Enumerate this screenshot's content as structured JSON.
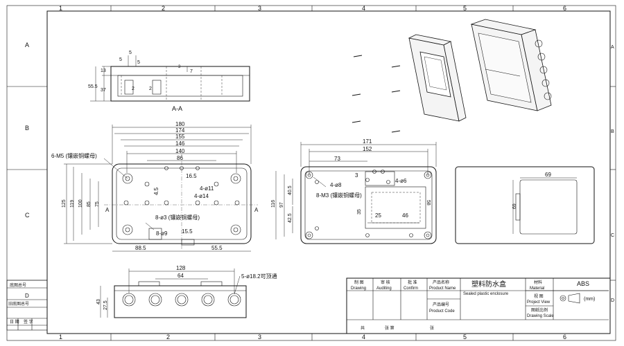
{
  "border": {
    "cols_top": [
      "1",
      "2",
      "3",
      "4",
      "5",
      "6"
    ],
    "cols_bottom": [
      "1",
      "2",
      "3",
      "4",
      "5",
      "6"
    ],
    "rows_left": [
      "A",
      "B",
      "C",
      "D"
    ],
    "rows_right": [
      "A",
      "B",
      "C",
      "D"
    ]
  },
  "side_panel": {
    "row1_label": "底图总号",
    "row1_value": "D",
    "row2_label": "旧底图总号",
    "row3_label": "日 期",
    "row3_mid": "签 字"
  },
  "section_view": {
    "title": "A-A",
    "dims": [
      "5",
      "5",
      "5",
      "7",
      "2",
      "2",
      "13",
      "37",
      "55.5",
      "3"
    ]
  },
  "front_view": {
    "dims_top": [
      "180",
      "174",
      "155",
      "146",
      "140",
      "86",
      "16.5"
    ],
    "dims_left": [
      "125",
      "119",
      "100",
      "85",
      "75"
    ],
    "dims_inner": [
      "4.5",
      "4-ø11",
      "4-ø14",
      "15.5",
      "88.5",
      "55.5"
    ],
    "note_m5": "6-M5 (镶嵌铜螺母)",
    "note_phi3": "8-ø3 (镶嵌铜螺母)",
    "note_phi9": "8-ø9",
    "section_mark": "A"
  },
  "bottom_view": {
    "dims": [
      "128",
      "64",
      "43",
      "27.5"
    ],
    "note": "5-ø18.2可顶通"
  },
  "lid_view": {
    "dims_top": [
      "171",
      "152",
      "73",
      "3"
    ],
    "dims_left": [
      "116",
      "97",
      "40.5",
      "42.5"
    ],
    "dims_inner": [
      "4-ø8",
      "4-ø6",
      "35",
      "25",
      "46",
      "58"
    ],
    "note_m3": "8-M3 (镶嵌铜螺母)"
  },
  "window_view": {
    "dims": [
      "69",
      "69"
    ]
  },
  "title_block": {
    "drawing": "制 图",
    "drawing_en": "Drawing",
    "auditing": "审 核",
    "auditing_en": "Auditing",
    "confirm": "批 准",
    "confirm_en": "Confirm",
    "product_name_label": "产品名称",
    "product_name_en": "Product Name",
    "product_code_label": "产品编号",
    "product_code_en": "Product Code",
    "product_name_cn": "塑料防水盒",
    "product_name_value": "Sealed plastic enclosure",
    "material_label": "材料",
    "material_en": "Material",
    "material_value": "ABS",
    "view_label": "视 图",
    "view_en": "Project View",
    "scale_label": "图纸比例",
    "scale_en": "Drawing Scale",
    "unit": "(mm)",
    "sheet_total": "共",
    "sheet_mid": "张 第",
    "sheet_end": "张"
  }
}
